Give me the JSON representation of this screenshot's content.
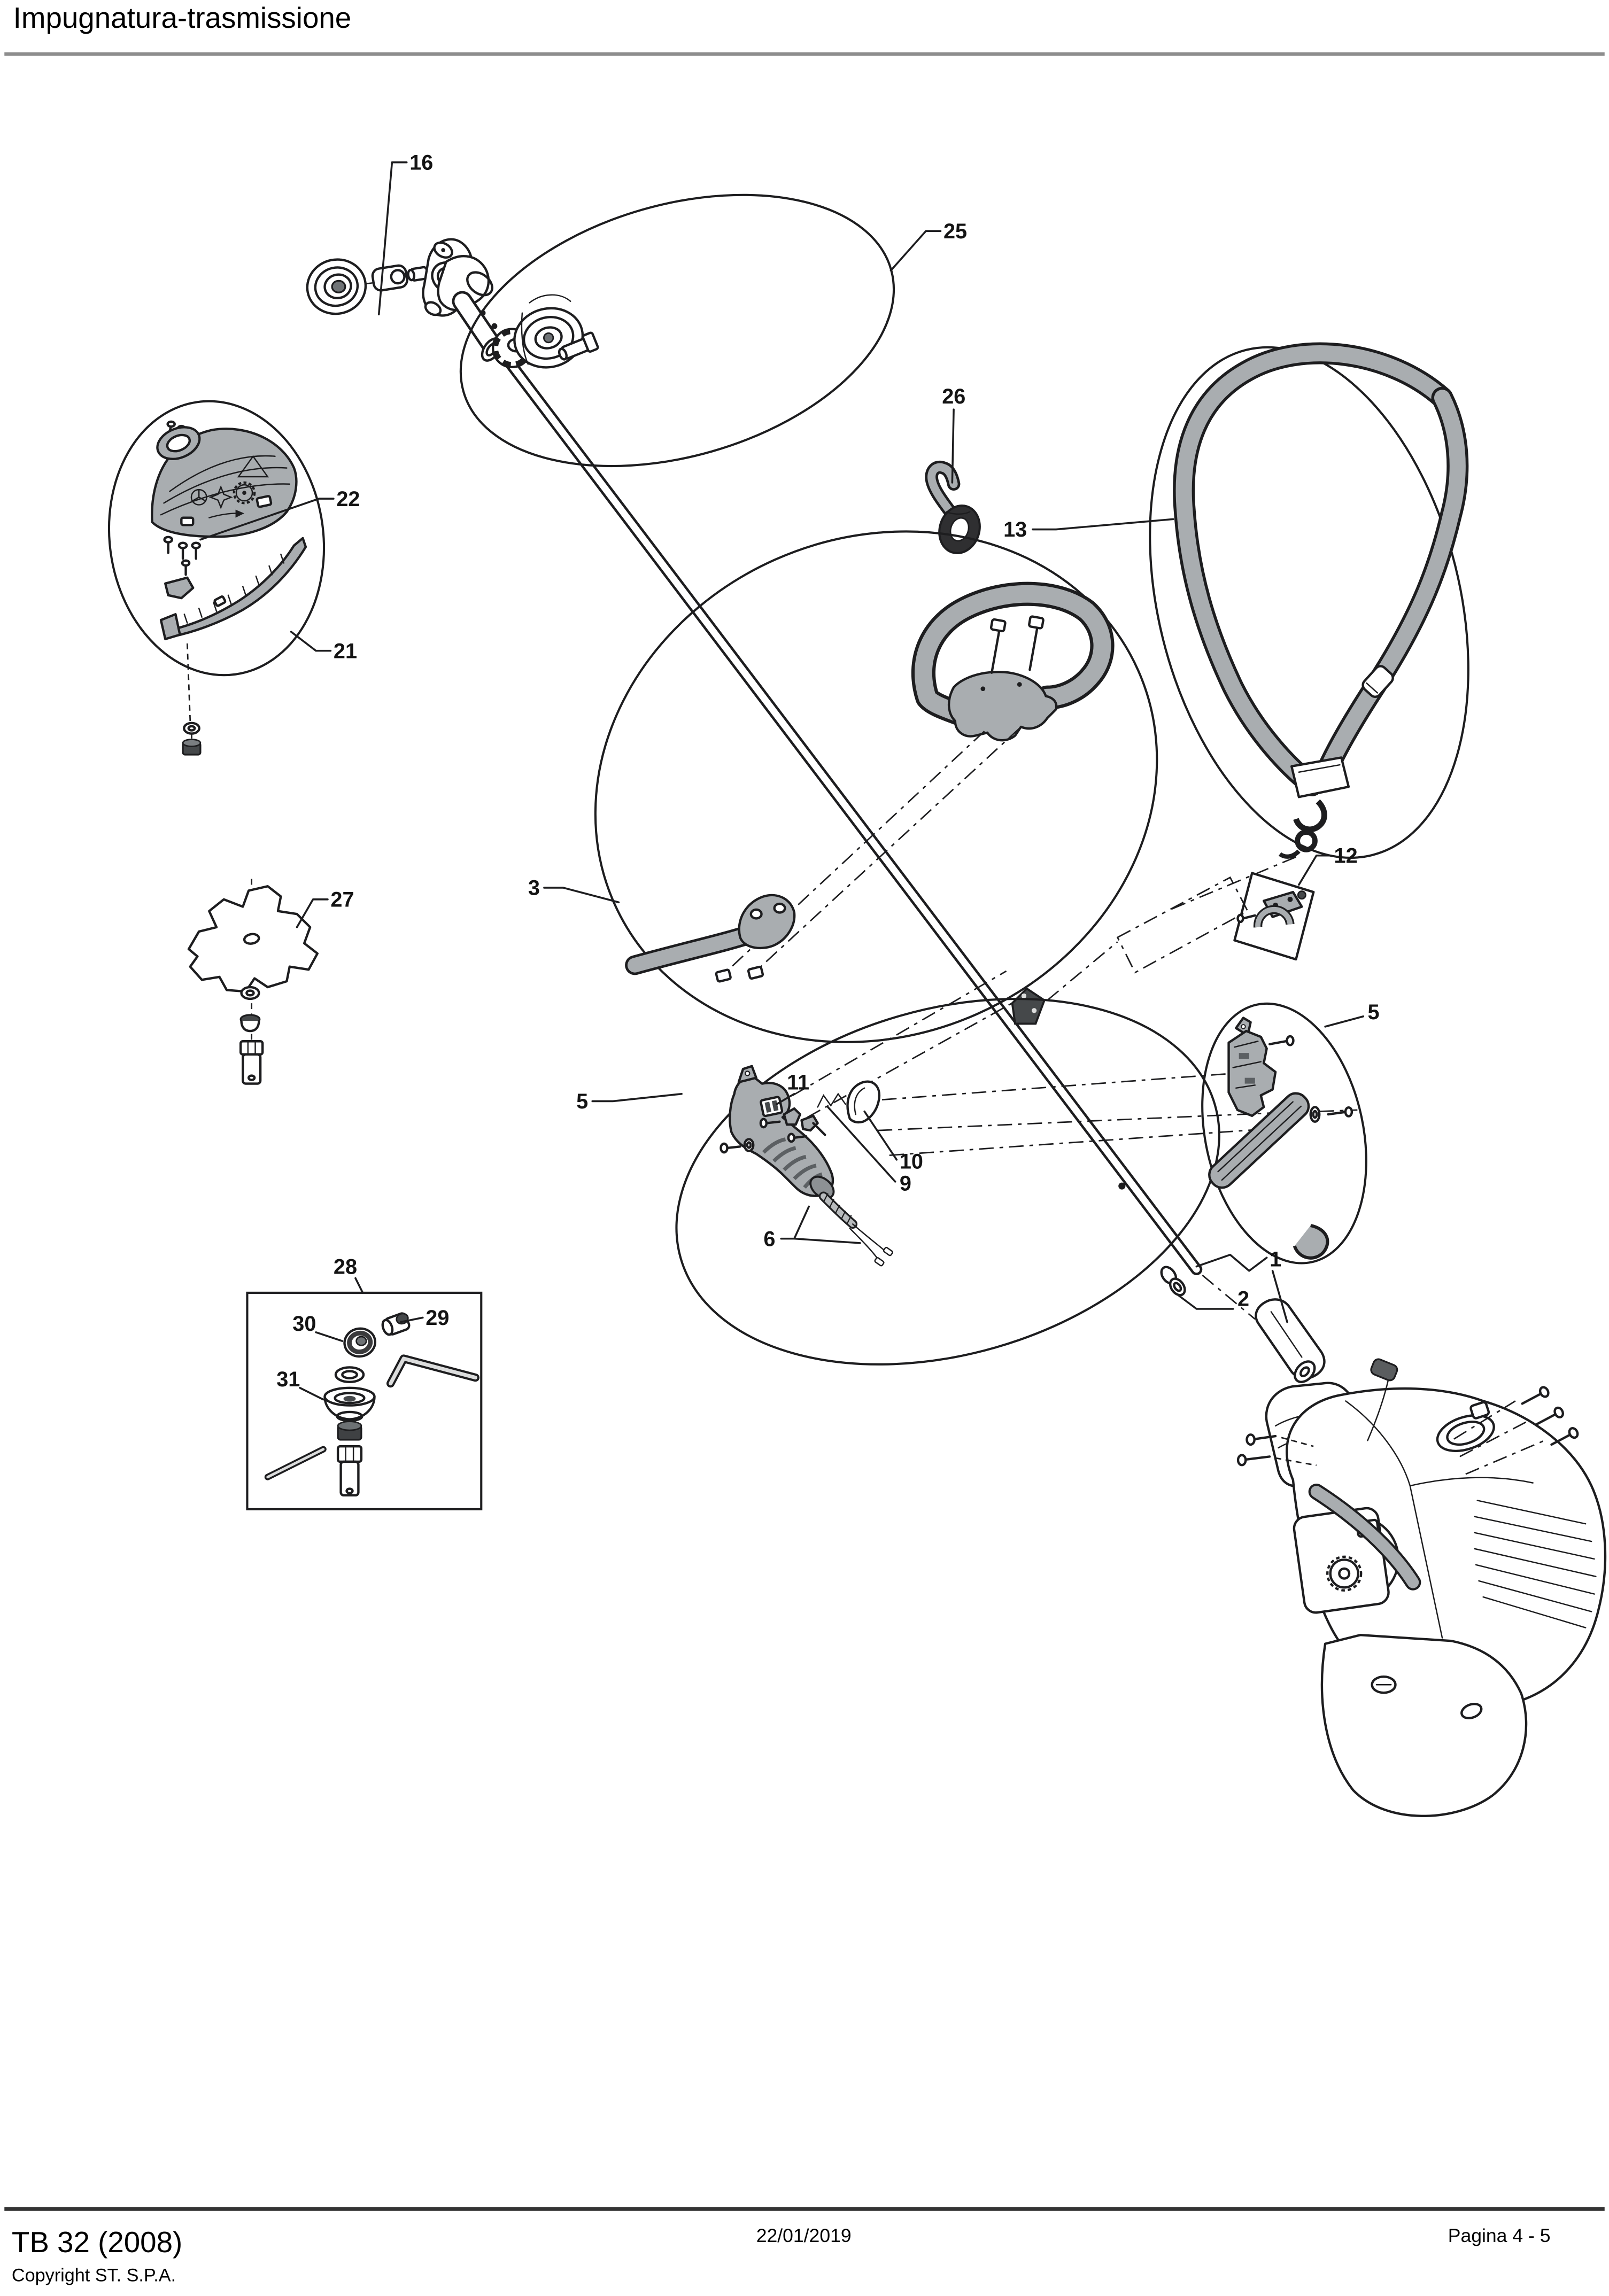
{
  "page": {
    "title": "Impugnatura-trasmissione"
  },
  "footer": {
    "model": "TB 32 (2008)",
    "copyright": "Copyright ST. S.P.A.",
    "date": "22/01/2019",
    "page_label": "Pagina 4 - 5"
  },
  "colors": {
    "background": "#ffffff",
    "line": "#1d1d1f",
    "part_gray": "#a9adb0",
    "part_gray_light": "#c2c5c7",
    "part_dark": "#45484a",
    "header_rule": "#8d8d8d",
    "footer_rule": "#333333"
  },
  "diagram": {
    "callouts": [
      {
        "id": "16",
        "label": "16"
      },
      {
        "id": "25",
        "label": "25"
      },
      {
        "id": "26",
        "label": "26"
      },
      {
        "id": "13",
        "label": "13"
      },
      {
        "id": "22",
        "label": "22"
      },
      {
        "id": "21",
        "label": "21"
      },
      {
        "id": "27",
        "label": "27"
      },
      {
        "id": "3",
        "label": "3"
      },
      {
        "id": "12",
        "label": "12"
      },
      {
        "id": "5-right",
        "label": "5"
      },
      {
        "id": "11",
        "label": "11"
      },
      {
        "id": "10",
        "label": "10"
      },
      {
        "id": "9",
        "label": "9"
      },
      {
        "id": "5-left",
        "label": "5"
      },
      {
        "id": "6",
        "label": "6"
      },
      {
        "id": "28",
        "label": "28"
      },
      {
        "id": "30",
        "label": "30"
      },
      {
        "id": "29",
        "label": "29"
      },
      {
        "id": "31",
        "label": "31"
      },
      {
        "id": "1",
        "label": "1"
      },
      {
        "id": "2",
        "label": "2"
      }
    ]
  }
}
